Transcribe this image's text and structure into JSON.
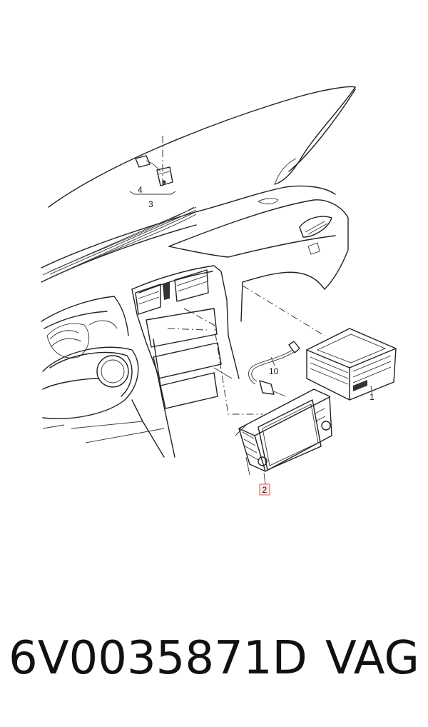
{
  "diagram": {
    "callouts": {
      "c1": "1",
      "c2": "2",
      "c3": "3",
      "c4": "4",
      "c10": "10"
    },
    "highlight_color": "#e05a5a"
  },
  "footer": {
    "part_number": "6V0035871D",
    "brand": "VAG"
  }
}
